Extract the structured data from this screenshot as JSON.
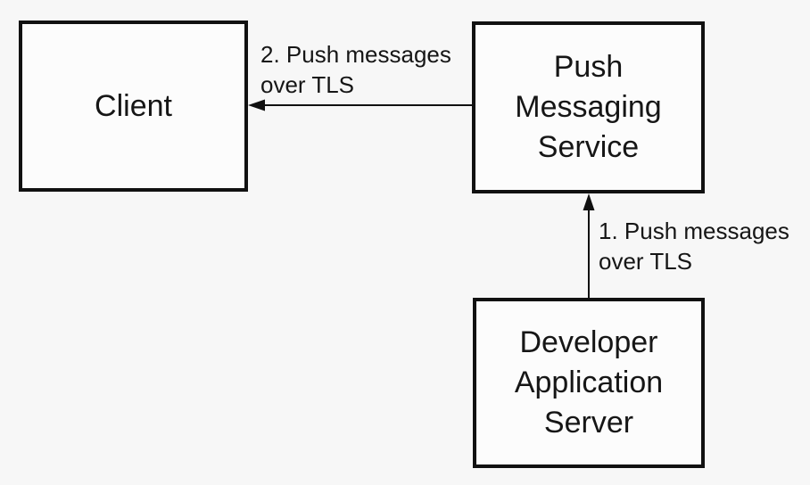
{
  "diagram": {
    "colors": {
      "background": "#f7f7f7",
      "node_fill": "#fcfcfc",
      "line": "#111111",
      "text": "#161616"
    },
    "nodes": [
      {
        "id": "client",
        "label": "Client",
        "lines": [
          "Client"
        ]
      },
      {
        "id": "push-messaging-service",
        "label": "Push Messaging Service",
        "lines": [
          "Push",
          "Messaging",
          "Service"
        ]
      },
      {
        "id": "developer-application-server",
        "label": "Developer Application Server",
        "lines": [
          "Developer",
          "Application",
          "Server"
        ]
      }
    ],
    "edges": [
      {
        "id": "app-server-to-push-service",
        "from": "developer-application-server",
        "to": "push-messaging-service",
        "direction": "up",
        "label": "1. Push messages over TLS",
        "lines": [
          "1. Push messages",
          "over TLS"
        ]
      },
      {
        "id": "push-service-to-client",
        "from": "push-messaging-service",
        "to": "client",
        "direction": "left",
        "label": "2. Push messages over TLS",
        "lines": [
          "2. Push messages",
          "over TLS"
        ]
      }
    ]
  }
}
